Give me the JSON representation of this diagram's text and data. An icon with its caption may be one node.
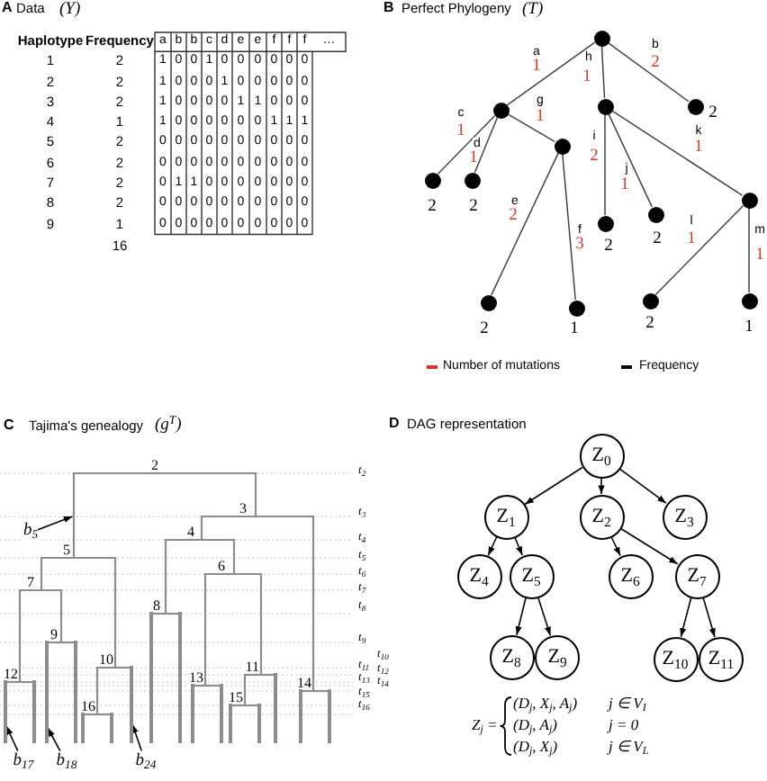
{
  "diagram": {
    "nodes": [
      {
        "text": [],
        "shape": "circle"
      },
      {
        "text": [],
        "shape": "circle"
      },
      {
        "text": [],
        "shape": "circle"
      },
      {
        "text": [],
        "shape": "circle",
        "beside": [
          "2"
        ]
      },
      {
        "text": [],
        "shape": "circle",
        "beside": [
          "2"
        ]
      },
      {
        "text": [],
        "shape": "circle",
        "beside": [
          "2"
        ]
      },
      {
        "text": [],
        "shape": "circle"
      },
      {
        "text": [],
        "shape": "circle",
        "beside": [
          "2"
        ]
      },
      {
        "text": [],
        "shape": "circle",
        "beside": [
          "2"
        ]
      },
      {
        "text": [],
        "shape": "circle"
      },
      {
        "text": [],
        "shape": "circle",
        "beside": [
          "2"
        ]
      },
      {
        "text": [],
        "shape": "circle",
        "beside": [
          "1"
        ]
      },
      {
        "text": [],
        "shape": "circle",
        "beside": [
          "2"
        ]
      },
      {
        "text": [],
        "shape": "circle",
        "beside": [
          "1"
        ]
      },
      {
        "text": [
          "2"
        ]
      },
      {
        "text": [
          "3"
        ]
      },
      {
        "text": [
          "4"
        ]
      },
      {
        "text": [
          "5"
        ]
      },
      {
        "text": [
          "6"
        ]
      },
      {
        "text": [
          "7"
        ]
      },
      {
        "text": [
          "8"
        ]
      },
      {
        "text": [
          "9"
        ]
      },
      {
        "text": [
          "10"
        ]
      },
      {
        "text": [
          "11"
        ]
      },
      {
        "text": [
          "12"
        ]
      },
      {
        "text": [
          "13"
        ]
      },
      {
        "text": [
          "14"
        ]
      },
      {
        "text": [
          "15"
        ]
      },
      {
        "text": [
          "16"
        ]
      },
      {
        "text": [],
        "shape": "bar"
      },
      {
        "text": [],
        "shape": "bar"
      },
      {
        "text": [],
        "shape": "bar"
      },
      {
        "text": [],
        "shape": "bar"
      },
      {
        "text": [],
        "shape": "bar"
      },
      {
        "text": [],
        "shape": "bar"
      },
      {
        "text": [],
        "shape": "bar"
      },
      {
        "text": [],
        "shape": "bar"
      },
      {
        "text": [],
        "shape": "bar"
      },
      {
        "text": [],
        "shape": "bar"
      },
      {
        "text": [],
        "shape": "bar"
      },
      {
        "text": [],
        "shape": "bar"
      },
      {
        "text": [],
        "shape": "bar"
      },
      {
        "text": [],
        "shape": "bar"
      },
      {
        "text": [],
        "shape": "bar"
      },
      {
        "text": [],
        "shape": "bar"
      },
      {
        "text": [
          "b$_{5}$"
        ]
      },
      {
        "text": [
          "b$_{17}$"
        ]
      },
      {
        "text": [
          "b$_{18}$"
        ]
      },
      {
        "text": [
          "b$_{24}$"
        ]
      },
      {
        "text": [
          "Z$_{0}$"
        ]
      },
      {
        "text": [
          "Z$_{1}$"
        ]
      },
      {
        "text": [
          "Z$_{2}$"
        ]
      },
      {
        "text": [
          "Z$_{3}$"
        ]
      },
      {
        "text": [
          "Z$_{4}$"
        ]
      },
      {
        "text": [
          "Z$_{5}$"
        ]
      },
      {
        "text": [
          "Z$_{6}$"
        ]
      },
      {
        "text": [
          "Z$_{7}$"
        ]
      },
      {
        "text": [
          "Z$_{8}$"
        ]
      },
      {
        "text": [
          "Z$_{9}$"
        ]
      },
      {
        "text": [
          "Z$_{10}$"
        ]
      },
      {
        "text": [
          "Z$_{11}$"
        ]
      }
    ],
    "edges": [
      {
        "from": 0,
        "to": 1,
        "arrow": "none",
        "label": "a",
        "color": "#444444"
      },
      {
        "from": 0,
        "to": 2,
        "arrow": "none",
        "label": "h",
        "color": "#444444"
      },
      {
        "from": 0,
        "to": 3,
        "arrow": "none",
        "label": "b",
        "color": "#444444"
      },
      {
        "from": 1,
        "to": 4,
        "arrow": "none",
        "label": "c",
        "color": "#444444"
      },
      {
        "from": 1,
        "to": 5,
        "arrow": "none",
        "label": "d",
        "color": "#444444"
      },
      {
        "from": 1,
        "to": 6,
        "arrow": "none",
        "label": "g",
        "color": "#444444"
      },
      {
        "from": 2,
        "to": 7,
        "arrow": "none",
        "label": "i",
        "color": "#444444"
      },
      {
        "from": 2,
        "to": 8,
        "arrow": "none",
        "label": "j",
        "color": "#444444"
      },
      {
        "from": 2,
        "to": 9,
        "arrow": "none",
        "label": "k",
        "color": "#444444"
      },
      {
        "from": 6,
        "to": 10,
        "arrow": "none",
        "label": "e",
        "color": "#444444"
      },
      {
        "from": 6,
        "to": 11,
        "arrow": "none",
        "label": "f",
        "color": "#444444"
      },
      {
        "from": 9,
        "to": 12,
        "arrow": "none",
        "label": "l",
        "color": "#444444"
      },
      {
        "from": 9,
        "to": 13,
        "arrow": "none",
        "label": "m",
        "color": "#444444"
      },
      {
        "from": 14,
        "to": 17,
        "arrow": "none"
      },
      {
        "from": 14,
        "to": 15,
        "arrow": "none"
      },
      {
        "from": 17,
        "to": 19,
        "arrow": "none"
      },
      {
        "from": 17,
        "to": 22,
        "arrow": "none"
      },
      {
        "from": 19,
        "to": 24,
        "arrow": "none"
      },
      {
        "from": 19,
        "to": 21,
        "arrow": "none"
      },
      {
        "from": 22,
        "to": 28,
        "arrow": "none"
      },
      {
        "from": 15,
        "to": 16,
        "arrow": "none"
      },
      {
        "from": 15,
        "to": 26,
        "arrow": "none"
      },
      {
        "from": 16,
        "to": 20,
        "arrow": "none"
      },
      {
        "from": 16,
        "to": 18,
        "arrow": "none"
      },
      {
        "from": 18,
        "to": 25,
        "arrow": "none"
      },
      {
        "from": 18,
        "to": 23,
        "arrow": "none"
      },
      {
        "from": 23,
        "to": 27,
        "arrow": "none"
      },
      {
        "from": 24,
        "to": 29,
        "arrow": "none"
      },
      {
        "from": 24,
        "to": 30,
        "arrow": "none"
      },
      {
        "from": 21,
        "to": 31,
        "arrow": "none"
      },
      {
        "from": 21,
        "to": 32,
        "arrow": "none"
      },
      {
        "from": 28,
        "to": 33,
        "arrow": "none"
      },
      {
        "from": 28,
        "to": 34,
        "arrow": "none"
      },
      {
        "from": 22,
        "to": 35,
        "arrow": "none"
      },
      {
        "from": 20,
        "to": 36,
        "arrow": "none"
      },
      {
        "from": 20,
        "to": 37,
        "arrow": "none"
      },
      {
        "from": 25,
        "to": 38,
        "arrow": "none"
      },
      {
        "from": 25,
        "to": 39,
        "arrow": "none"
      },
      {
        "from": 27,
        "to": 40,
        "arrow": "none"
      },
      {
        "from": 27,
        "to": 41,
        "arrow": "none"
      },
      {
        "from": 23,
        "to": 42,
        "arrow": "none"
      },
      {
        "from": 26,
        "to": 43,
        "arrow": "none"
      },
      {
        "from": 26,
        "to": 44,
        "arrow": "none"
      },
      {
        "from": 45,
        "to": 17,
        "arrow": "to",
        "color": "#000000"
      },
      {
        "from": 46,
        "to": 29,
        "arrow": "to",
        "color": "#000000"
      },
      {
        "from": 47,
        "to": 31,
        "arrow": "to",
        "color": "#000000"
      },
      {
        "from": 48,
        "to": 35,
        "arrow": "to",
        "color": "#000000"
      },
      {
        "from": 49,
        "to": 50,
        "arrow": "to",
        "color": "#000000"
      },
      {
        "from": 49,
        "to": 51,
        "arrow": "to",
        "color": "#000000"
      },
      {
        "from": 49,
        "to": 52,
        "arrow": "to",
        "color": "#000000"
      },
      {
        "from": 50,
        "to": 53,
        "arrow": "to",
        "color": "#000000"
      },
      {
        "from": 50,
        "to": 54,
        "arrow": "to",
        "color": "#000000"
      },
      {
        "from": 51,
        "to": 55,
        "arrow": "to",
        "color": "#000000"
      },
      {
        "from": 51,
        "to": 56,
        "arrow": "to",
        "color": "#000000"
      },
      {
        "from": 54,
        "to": 57,
        "arrow": "to",
        "color": "#000000"
      },
      {
        "from": 54,
        "to": 58,
        "arrow": "to",
        "color": "#000000"
      },
      {
        "from": 56,
        "to": 59,
        "arrow": "to",
        "color": "#000000"
      },
      {
        "from": 56,
        "to": 60,
        "arrow": "to",
        "color": "#000000"
      }
    ],
    "labels": [
      "A",
      "Data",
      "(Y)",
      "B",
      "Perfect Phylogeny",
      "(T)",
      "Haplotype",
      "Frequency",
      "a",
      "b",
      "b",
      "c",
      "d",
      "e",
      "e",
      "f",
      "f",
      "f",
      "…",
      "1",
      "2",
      "1",
      "0",
      "0",
      "1",
      "0",
      "0",
      "0",
      "0",
      "0",
      "0",
      "2",
      "2",
      "1",
      "0",
      "0",
      "0",
      "1",
      "0",
      "0",
      "0",
      "0",
      "0",
      "3",
      "2",
      "1",
      "0",
      "0",
      "0",
      "0",
      "1",
      "1",
      "0",
      "0",
      "0",
      "4",
      "1",
      "1",
      "0",
      "0",
      "0",
      "0",
      "0",
      "0",
      "1",
      "1",
      "1",
      "5",
      "2",
      "0",
      "0",
      "0",
      "0",
      "0",
      "0",
      "0",
      "0",
      "0",
      "0",
      "6",
      "2",
      "0",
      "0",
      "0",
      "0",
      "0",
      "0",
      "0",
      "0",
      "0",
      "0",
      "7",
      "2",
      "0",
      "1",
      "1",
      "0",
      "0",
      "0",
      "0",
      "0",
      "0",
      "0",
      "8",
      "2",
      "0",
      "0",
      "0",
      "0",
      "0",
      "0",
      "0",
      "0",
      "0",
      "0",
      "9",
      "1",
      "0",
      "0",
      "0",
      "0",
      "0",
      "0",
      "0",
      "0",
      "0",
      "0",
      "16",
      "1",
      "1",
      "2",
      "1",
      "1",
      "1",
      "2",
      "1",
      "1",
      "2",
      "3",
      "1",
      "1",
      "C",
      "Tajima's genealogy",
      "(g$^{T}$)",
      "t$_{2}$",
      "t$_{3}$",
      "t$_{4}$",
      "t$_{5}$",
      "t$_{6}$",
      "t$_{7}$",
      "t$_{8}$",
      "t$_{9}$",
      "t$_{10}$",
      "t$_{11}$",
      "t$_{12}$",
      "t$_{13}$",
      "t$_{14}$",
      "t$_{15}$",
      "t$_{16}$",
      "D",
      "DAG representation",
      "Z$_{j}$ =",
      "(D$_{j}$, X$_{j}$, A$_{j}$)",
      "j ∈ V$_{I}$",
      "(D$_{j}$, A$_{j}$)",
      "j = 0",
      "(D$_{j}$, X$_{j}$)",
      "j ∈ V$_{L}$"
    ],
    "legend": [
      {
        "text": "Number of mutations",
        "color": "#d03a2e"
      },
      {
        "text": "Frequency",
        "color": "#000000"
      }
    ]
  }
}
